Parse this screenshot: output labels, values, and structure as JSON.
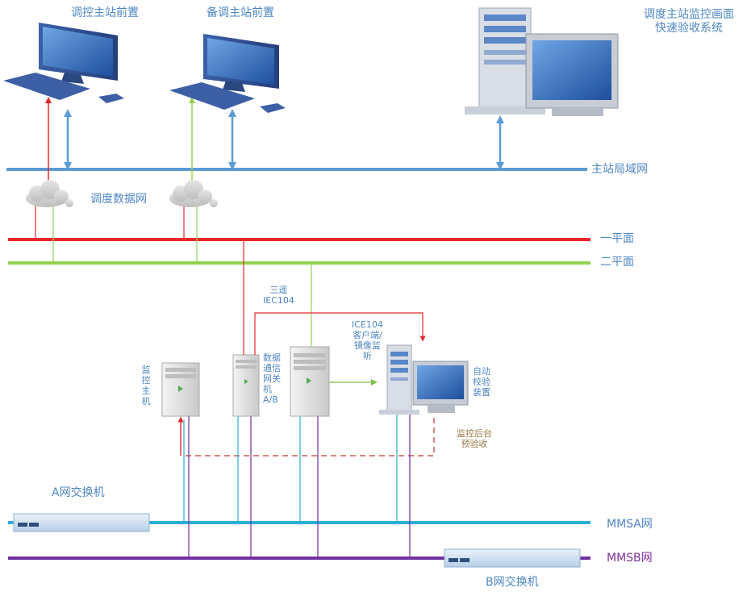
{
  "devices": {
    "control_front": "调控主站前置",
    "backup_front": "备调主站前置",
    "acceptance_system": [
      "调度主站监控画面",
      "快速验收系统"
    ],
    "monitor_host": "监控主机",
    "gateway": [
      "数据",
      "通信",
      "网关",
      "机",
      "A/B"
    ],
    "auto_checker": [
      "自动",
      "校验",
      "装置"
    ],
    "switch_a": "A网交换机",
    "switch_b": "B网交换机"
  },
  "networks": {
    "station_lan": "主站局域网",
    "dispatch_net": "调度数据网",
    "plane_1": "一平面",
    "plane_2": "二平面",
    "mmsa": "MMSA网",
    "mmsb": "MMSB网"
  },
  "annotations": {
    "telecontrol": [
      "三遥",
      "IEC104"
    ],
    "client_mirror": [
      "ICE104",
      "客户端/",
      "镜像监",
      "听"
    ],
    "pre_acceptance": [
      "监控后台",
      "预验收"
    ]
  },
  "colors": {
    "lan": "#5b9bd5",
    "plane1": "#e8272a",
    "plane2": "#92d050",
    "mmsa": "#2aaed8",
    "mmsb": "#7030a0",
    "label": "#4f86c4",
    "orange": "#c0793a"
  }
}
